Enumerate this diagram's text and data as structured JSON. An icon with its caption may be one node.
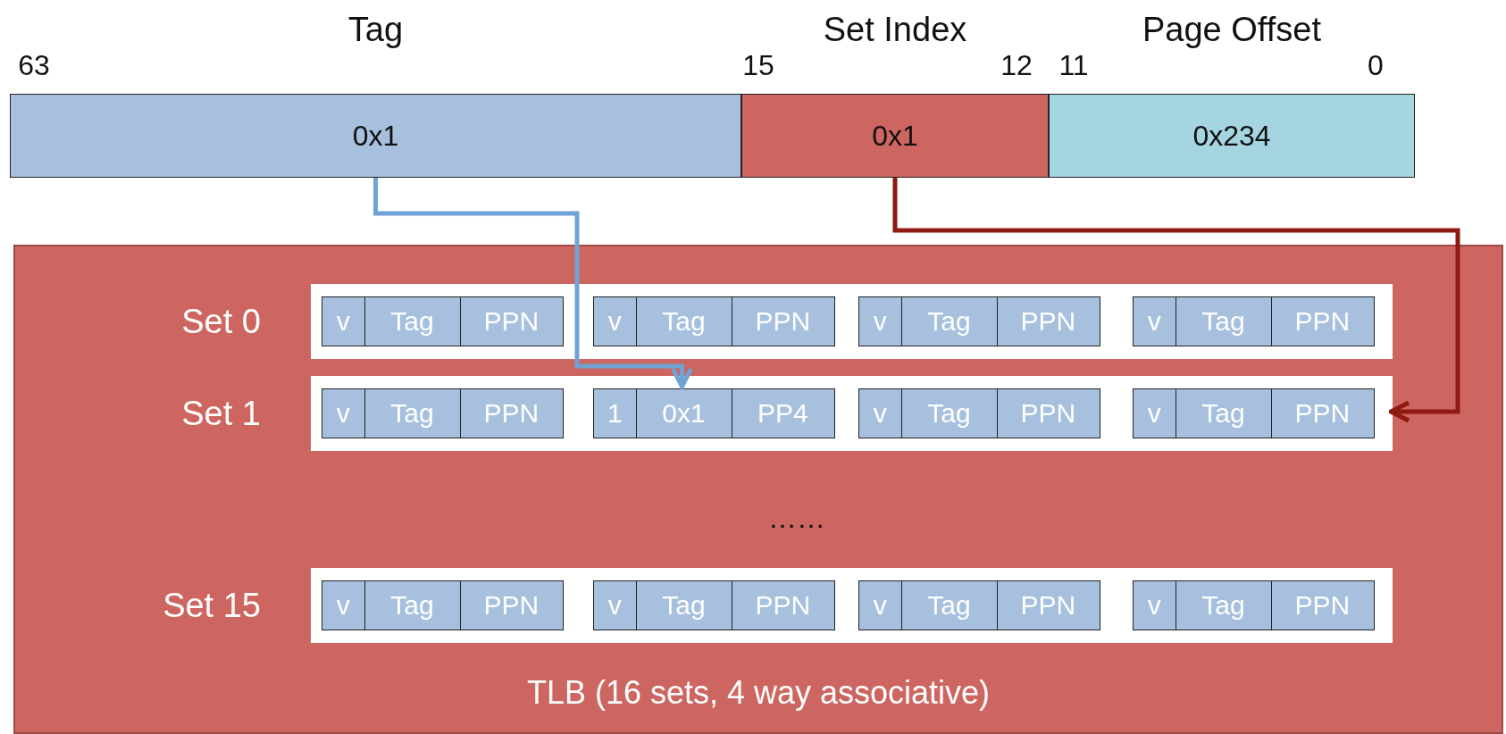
{
  "diagram": {
    "nodes": [
      {
        "text": [
          "Tag",
          "0x1"
        ]
      },
      {
        "text": [
          "Set Index",
          "0x1"
        ]
      },
      {
        "text": [
          "Page Offset",
          "0x234"
        ]
      },
      {
        "text": [
          "TLB (16 sets, 4 way associative)"
        ]
      },
      {
        "text": [],
        "shape": "bar",
        "in": 3,
        "beside": [
          "Set 0"
        ]
      },
      {
        "text": [
          "v",
          "Tag",
          "PPN"
        ],
        "in": 4
      },
      {
        "text": [
          "v",
          "Tag",
          "PPN"
        ],
        "in": 4
      },
      {
        "text": [
          "v",
          "Tag",
          "PPN"
        ],
        "in": 4
      },
      {
        "text": [
          "v",
          "Tag",
          "PPN"
        ],
        "in": 4
      },
      {
        "text": [],
        "shape": "bar",
        "in": 3,
        "beside": [
          "Set 1"
        ]
      },
      {
        "text": [
          "v",
          "Tag",
          "PPN"
        ],
        "in": 9
      },
      {
        "text": [
          "1",
          "0x1",
          "PP4"
        ],
        "in": 9
      },
      {
        "text": [
          "v",
          "Tag",
          "PPN"
        ],
        "in": 9
      },
      {
        "text": [
          "v",
          "Tag",
          "PPN"
        ],
        "in": 9
      },
      {
        "text": [],
        "shape": "bar",
        "in": 3,
        "beside": [
          "Set 15"
        ]
      },
      {
        "text": [
          "v",
          "Tag",
          "PPN"
        ],
        "in": 14
      },
      {
        "text": [
          "v",
          "Tag",
          "PPN"
        ],
        "in": 14
      },
      {
        "text": [
          "v",
          "Tag",
          "PPN"
        ],
        "in": 14
      },
      {
        "text": [
          "v",
          "Tag",
          "PPN"
        ],
        "in": 14
      }
    ],
    "edges": [
      {
        "from": 0,
        "to": 11,
        "arrow": "to",
        "color": "#6fa3d3"
      },
      {
        "from": 1,
        "to": 9,
        "arrow": "to",
        "color": "#8e1a12"
      }
    ],
    "labels": [
      "63",
      "15",
      "12",
      "11",
      "0",
      "……"
    ]
  }
}
